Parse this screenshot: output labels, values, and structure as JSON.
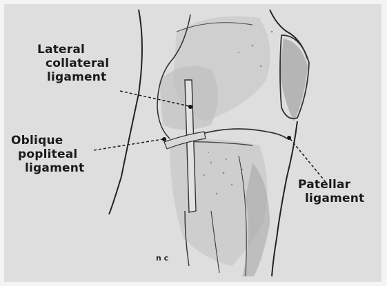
{
  "labels": {
    "lateral_collateral": [
      "Lateral",
      "collateral",
      "ligament"
    ],
    "oblique_popliteal": [
      "Oblique",
      "popliteal",
      "ligament"
    ],
    "patellar": [
      "Patellar",
      "ligament"
    ]
  },
  "artist_mark": "n c",
  "colors": {
    "background": "#dedede",
    "ink": "#1a1a1a",
    "tissue": "#c4c4c4"
  }
}
